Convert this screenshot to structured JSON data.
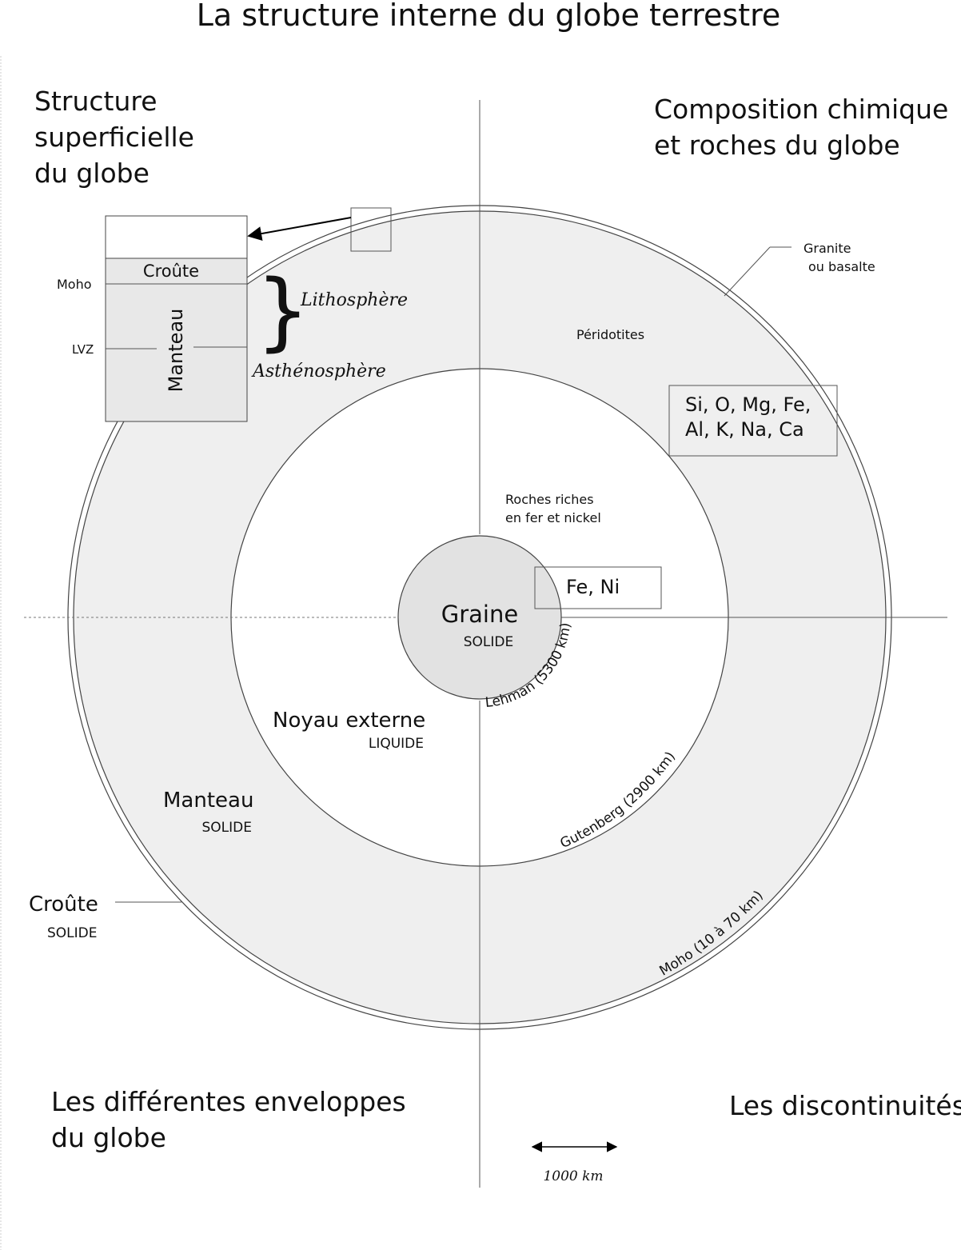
{
  "title": "La structure interne du globe terrestre",
  "quadrants": {
    "top_left": [
      "Structure",
      "superficielle",
      "du globe"
    ],
    "top_right": [
      "Composition chimique",
      "et roches du globe"
    ],
    "bottom_left": [
      "Les différentes enveloppes",
      "du globe"
    ],
    "bottom_right": "Les discontinuités"
  },
  "inset": {
    "croute": "Croûte",
    "manteau": "Manteau",
    "moho": "Moho",
    "lvz": "LVZ",
    "lithosphere": "Lithosphère",
    "asthenosphere": "Asthénosphère"
  },
  "composition": {
    "granite": [
      "Granite",
      "ou basalte"
    ],
    "peridotites": "Péridotites",
    "mantle_elements": [
      "Si, O, Mg, Fe,",
      "Al, K, Na, Ca"
    ],
    "core_rocks": [
      "Roches riches",
      "en fer et nickel"
    ],
    "core_elements": "Fe, Ni"
  },
  "envelopes": {
    "graine": "Graine",
    "graine_state": "SOLIDE",
    "noyau": "Noyau externe",
    "noyau_state": "LIQUIDE",
    "manteau": "Manteau",
    "manteau_state": "SOLIDE",
    "croute": "Croûte",
    "croute_state": "SOLIDE"
  },
  "discontinuities": {
    "lehman": "Lehman (5300 km)",
    "gutenberg": "Gutenberg (2900 km)",
    "moho": "Moho (10 à 70 km)"
  },
  "scale": "1000 km",
  "colors": {
    "mantle": "#efefef",
    "inner_core": "#e2e2e2",
    "inset_fill": "#e8e8e8",
    "line": "#555555"
  }
}
